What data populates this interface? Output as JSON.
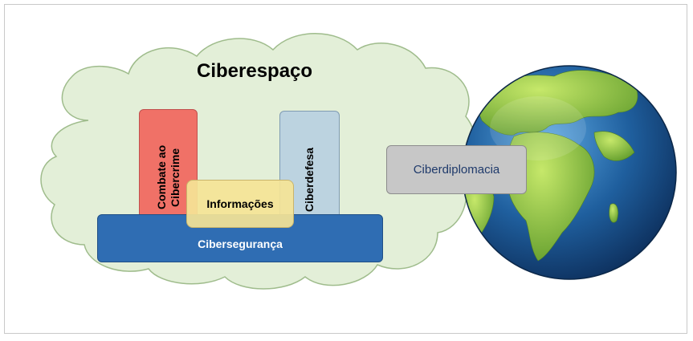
{
  "diagram": {
    "title": "Ciberespaço",
    "boxes": {
      "combate": "Combate ao Cibercrime",
      "ciberdefesa": "Ciberdefesa",
      "informacoes": "Informações",
      "ciberseguranca": "Cibersegurança",
      "ciberdiplomacia": "Ciberdiplomacia"
    },
    "icons": {
      "cloud": "cloud-shape",
      "globe": "earth-globe-icon"
    },
    "colors": {
      "cloud": "#e3efd8",
      "combate": "#f07167",
      "ciberdefesa": "#b9d1e0",
      "informacoes": "#f5e496",
      "ciberseguranca": "#2f6db3",
      "ciberdiplomacia": "#c7c7c7",
      "ocean": "#1f5f9e",
      "land": "#8bc34a"
    }
  }
}
